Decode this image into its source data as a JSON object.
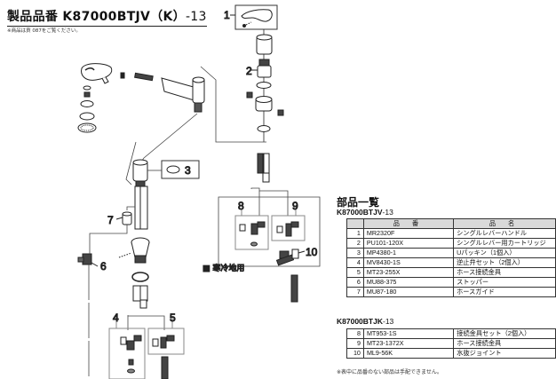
{
  "header": {
    "title_prefix": "製品品番 K87000BTJV（K）",
    "title_suffix": "-13",
    "note": "※商品は貢 087をご覧ください。"
  },
  "diagram": {
    "callouts": [
      "1",
      "2",
      "3",
      "4",
      "5",
      "6",
      "7",
      "8",
      "9",
      "10"
    ],
    "cold_region_label": "■ 寒冷地用"
  },
  "parts_list": {
    "heading": "部品一覧",
    "columns": [
      "",
      "品 番",
      "品 名"
    ],
    "groups": [
      {
        "model": "K87000BTJV",
        "model_suffix": "-13",
        "rows": [
          {
            "no": "1",
            "code": "MR2320F",
            "name": "シングルレバーハンドル"
          },
          {
            "no": "2",
            "code": "PU101-120X",
            "name": "シングルレバー用カートリッジ"
          },
          {
            "no": "3",
            "code": "MP4380-1",
            "name": "Uパッキン（1個入）"
          },
          {
            "no": "4",
            "code": "MV8430-1S",
            "name": "逆止弁セット（2個入）"
          },
          {
            "no": "5",
            "code": "MT23-255X",
            "name": "ホース接続金具"
          },
          {
            "no": "6",
            "code": "MU88-375",
            "name": "ストッパー"
          },
          {
            "no": "7",
            "code": "MU87-180",
            "name": "ホースガイド"
          }
        ]
      },
      {
        "model": "K87000BTJK",
        "model_suffix": "-13",
        "rows": [
          {
            "no": "8",
            "code": "MT953-1S",
            "name": "接続金具セット（2個入）"
          },
          {
            "no": "9",
            "code": "MT23-1372X",
            "name": "ホース接続金具"
          },
          {
            "no": "10",
            "code": "ML9-56K",
            "name": "水抜ジョイント"
          }
        ]
      }
    ],
    "footer_note": "※表中に品番のない部品は手配できません。"
  }
}
